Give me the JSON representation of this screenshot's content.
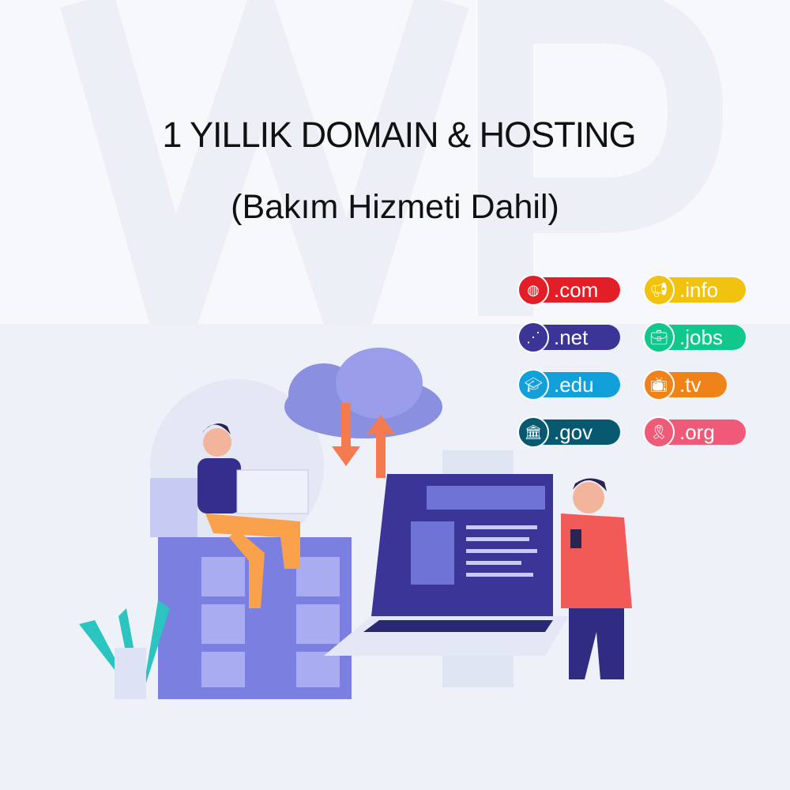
{
  "watermark": "WP",
  "title": "1 YILLIK DOMAIN & HOSTING",
  "subtitle": "(Bakım Hizmeti Dahil)",
  "badges": [
    {
      "label": ".com",
      "icon": "globe-icon",
      "color": "#e21f26"
    },
    {
      "label": ".net",
      "icon": "network-icon",
      "color": "#3a3597"
    },
    {
      "label": ".edu",
      "icon": "graduation-cap-icon",
      "color": "#11a0da"
    },
    {
      "label": ".gov",
      "icon": "government-building-icon",
      "color": "#06596f"
    },
    {
      "label": ".info",
      "icon": "megaphone-icon",
      "color": "#f1c20e"
    },
    {
      "label": ".jobs",
      "icon": "briefcase-icon",
      "color": "#10c88c"
    },
    {
      "label": ".tv",
      "icon": "tv-icon",
      "color": "#f0821a"
    },
    {
      "label": ".org",
      "icon": "ribbon-icon",
      "color": "#ee5a77"
    }
  ]
}
